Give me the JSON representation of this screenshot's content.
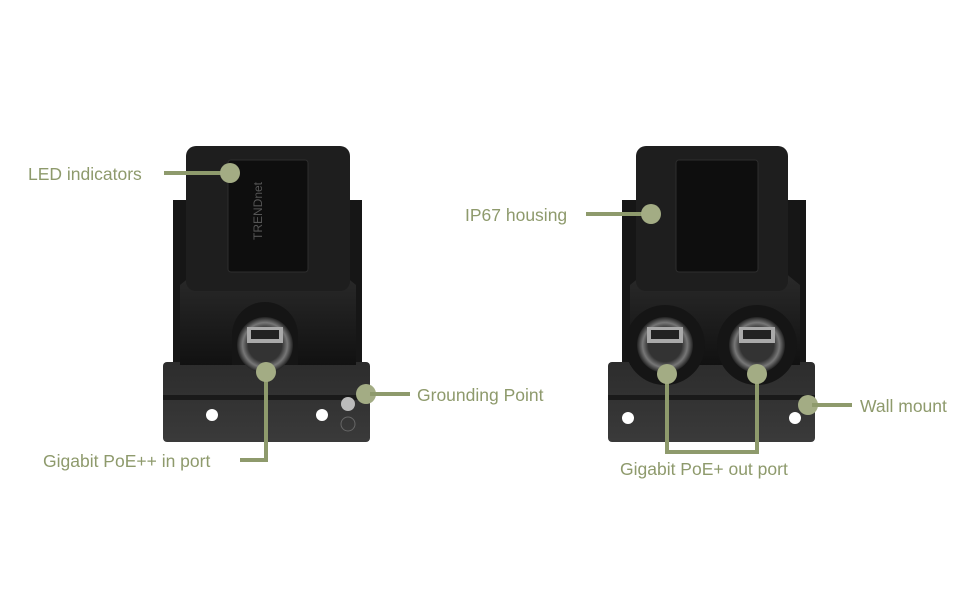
{
  "colors": {
    "callout": "#8e9a6c",
    "device": "#1c1c1c"
  },
  "brand_logo": "TRENDnet",
  "callouts": {
    "led_indicators": "LED indicators",
    "poe_in_port": "Gigabit PoE++ in port",
    "grounding_point": "Grounding Point",
    "ip67_housing": "IP67 housing",
    "wall_mount": "Wall mount",
    "poe_out_port": "Gigabit PoE+ out port"
  }
}
